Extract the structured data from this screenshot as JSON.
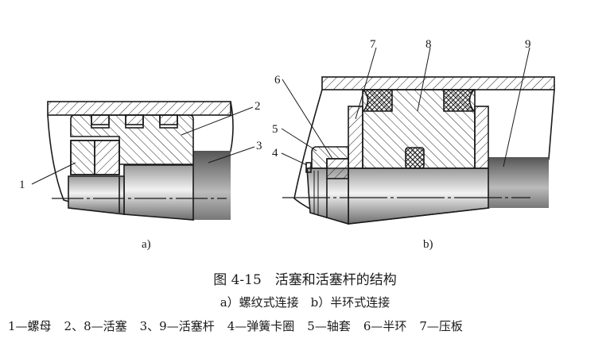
{
  "figure": {
    "title": "图 4-15　活塞和活塞杆的结构",
    "subtitle": "a）螺纹式连接　b）半环式连接",
    "panel_a_label": "a)",
    "panel_b_label": "b)",
    "part_labels_a": [
      "1",
      "2",
      "3"
    ],
    "part_labels_b": [
      "4",
      "5",
      "6",
      "7",
      "8",
      "9"
    ],
    "legend": [
      "1—螺母",
      "2、8—活塞",
      "3、9—活塞杆",
      "4—弹簧卡圈",
      "5—轴套",
      "6—半环",
      "7—压板"
    ]
  }
}
